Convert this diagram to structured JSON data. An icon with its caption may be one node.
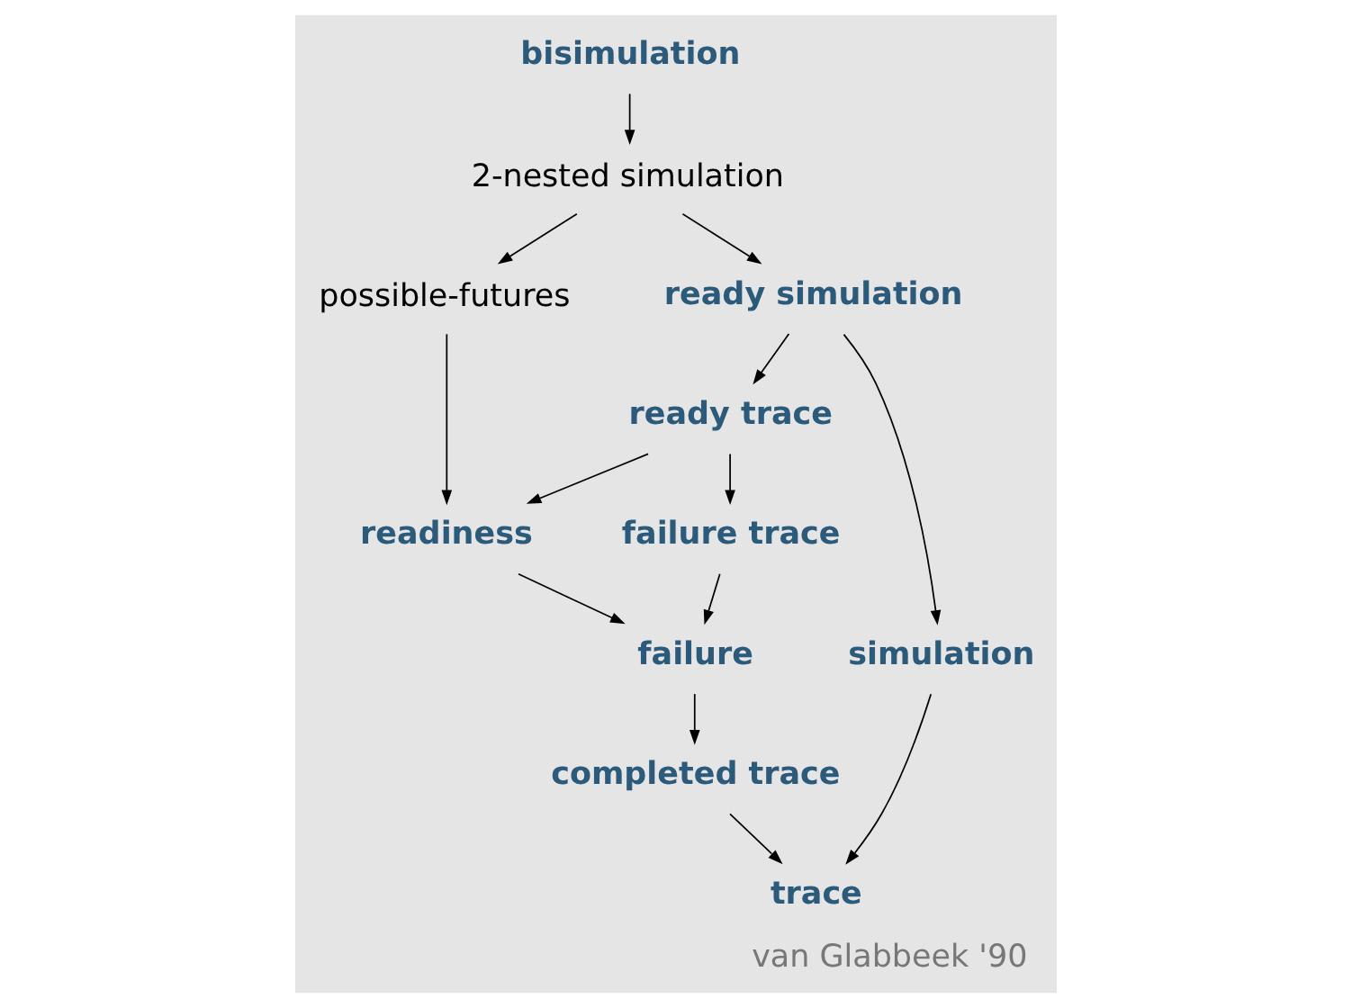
{
  "diagram": {
    "caption": "van Glabbeek '90",
    "nodes": [
      {
        "text": [
          "bisimulation"
        ]
      },
      {
        "text": [
          "2-nested simulation"
        ]
      },
      {
        "text": [
          "possible-futures"
        ]
      },
      {
        "text": [
          "ready simulation"
        ]
      },
      {
        "text": [
          "ready trace"
        ]
      },
      {
        "text": [
          "readiness"
        ]
      },
      {
        "text": [
          "failure trace"
        ]
      },
      {
        "text": [
          "failure"
        ]
      },
      {
        "text": [
          "simulation"
        ]
      },
      {
        "text": [
          "completed trace"
        ]
      },
      {
        "text": [
          "trace"
        ]
      }
    ],
    "edges": [
      {
        "from": 0,
        "to": 1,
        "arrow": "to"
      },
      {
        "from": 1,
        "to": 2,
        "arrow": "to"
      },
      {
        "from": 1,
        "to": 3,
        "arrow": "to"
      },
      {
        "from": 3,
        "to": 4,
        "arrow": "to"
      },
      {
        "from": 3,
        "to": 8,
        "arrow": "to"
      },
      {
        "from": 2,
        "to": 5,
        "arrow": "to"
      },
      {
        "from": 4,
        "to": 5,
        "arrow": "to"
      },
      {
        "from": 4,
        "to": 6,
        "arrow": "to"
      },
      {
        "from": 5,
        "to": 7,
        "arrow": "to"
      },
      {
        "from": 6,
        "to": 7,
        "arrow": "to"
      },
      {
        "from": 7,
        "to": 9,
        "arrow": "to"
      },
      {
        "from": 9,
        "to": 10,
        "arrow": "to"
      },
      {
        "from": 8,
        "to": 10,
        "arrow": "to"
      }
    ]
  }
}
